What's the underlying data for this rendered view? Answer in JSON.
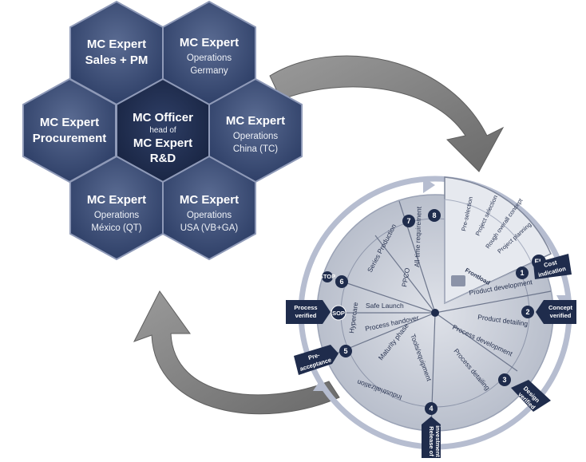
{
  "hexagons": {
    "center": {
      "title": "MC Officer",
      "head": "head of",
      "line3": "MC Expert",
      "line4": "R&D"
    },
    "top_left": {
      "title": "MC Expert",
      "line2": "Sales + PM"
    },
    "top_right": {
      "title": "MC Expert",
      "sub": "Operations",
      "sub2": "Germany"
    },
    "left": {
      "title": "MC Expert",
      "line2": "Procurement"
    },
    "right": {
      "title": "MC Expert",
      "sub": "Operations",
      "sub2": "China (TC)"
    },
    "bottom_left": {
      "title": "MC Expert",
      "sub": "Operations",
      "sub2": "México (QT)"
    },
    "bottom_right": {
      "title": "MC Expert",
      "sub": "Operations",
      "sub2": "USA (VB+GA)"
    }
  },
  "frontload": {
    "label": "Frontload",
    "fl_badge": "FL",
    "steps": [
      "Pre-selection",
      "Project selection",
      "Rough overall concept",
      "Project planning"
    ]
  },
  "segments": {
    "s1": [
      "Product development",
      "Product detailing"
    ],
    "s2": [
      "Process development",
      "Process detailing"
    ],
    "s3": [
      "Tools/equipment",
      "Industrialization"
    ],
    "s4": [
      "Maturity phase",
      "Process handover",
      "Safe Launch"
    ],
    "s5": [
      "Hypercare",
      "Series Production",
      "PPCO",
      "All-time requirement"
    ]
  },
  "milestones": [
    {
      "num": "1",
      "label1": "Cost",
      "label2": "indication"
    },
    {
      "num": "2",
      "label1": "Concept",
      "label2": "verified"
    },
    {
      "num": "3",
      "label1": "Design",
      "label2": "verified"
    },
    {
      "num": "4",
      "label1": "Release of",
      "label2": "investment"
    },
    {
      "num": "5",
      "label1": "Pre-",
      "label2": "acceptance"
    },
    {
      "num": "6",
      "label1": "Process",
      "label2": "verified"
    },
    {
      "num": "7"
    },
    {
      "num": "8"
    }
  ],
  "badges": {
    "sop": "SOP",
    "stop": "STOP"
  },
  "colors": {
    "hex_dark": "#243458",
    "hex_mid": "#3c4d74",
    "hex_edge": "#8f9ab8",
    "wheel": "#c6cbd6",
    "wheel_dark": "#1f2c4c",
    "arrow": "#7d7d7d"
  }
}
